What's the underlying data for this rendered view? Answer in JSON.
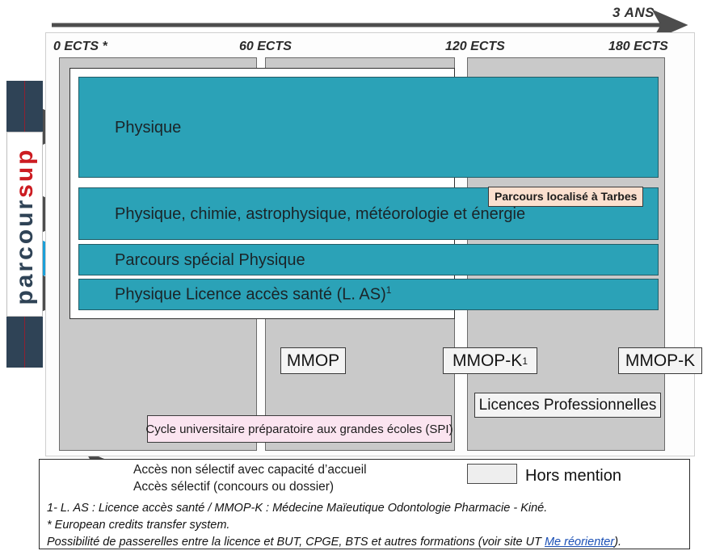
{
  "timeline": {
    "duration_label": "3 ANS",
    "ects_ticks": [
      "0 ECTS *",
      "60 ECTS",
      "120 ECTS",
      "180 ECTS"
    ]
  },
  "sidebar": {
    "brand_part_1": "parcour",
    "brand_part_2": "sup",
    "brand_color_1": "#2f4356",
    "brand_color_2": "#cc1c22"
  },
  "colors": {
    "course_bar": "#2ba2b7",
    "hors_mention_panel": "#c9c9c9",
    "selective_arrow": "#1b9fd8",
    "non_selective_arrow": "#4d4d4d",
    "tarbes_badge": "#fbe0cf",
    "cupge_box": "#fbe4f0"
  },
  "courses": [
    {
      "id": "physique",
      "label": "Physique",
      "access": "non-selectif"
    },
    {
      "id": "pcame",
      "label": "Physique, chimie, astrophysique, météorologie et énergie",
      "access": "non-selectif",
      "badge": "Parcours localisé à Tarbes"
    },
    {
      "id": "parcours-special",
      "label": "Parcours spécial Physique",
      "access": "selectif"
    },
    {
      "id": "physique-las",
      "label": "Physique Licence accès santé (L. AS)",
      "label_superscript": "1",
      "access": "non-selectif"
    }
  ],
  "outcomes": [
    {
      "id": "mmop",
      "label": "MMOP"
    },
    {
      "id": "mmop-k1",
      "label": "MMOP-K",
      "superscript": "1"
    },
    {
      "id": "mmop-k",
      "label": "MMOP-K"
    },
    {
      "id": "licences-professionnelles",
      "label": "Licences Professionnelles"
    }
  ],
  "cupge": {
    "label": "Cycle universitaire préparatoire aux grandes écoles (SPI)"
  },
  "legend": {
    "non_selective": "Accès non sélectif avec capacité d’accueil",
    "selective": "Accès sélectif (concours ou dossier)",
    "hors_mention": "Hors mention",
    "notes": [
      "1- L. AS : Licence accès santé / MMOP-K : Médecine Maïeutique Odontologie Pharmacie - Kiné.",
      "* European credits transfer system."
    ],
    "note_3_before": "Possibilité de passerelles entre la licence et BUT, CPGE, BTS et autres formations (voir site UT ",
    "note_3_link": "Me réorienter",
    "note_3_after": ")."
  }
}
